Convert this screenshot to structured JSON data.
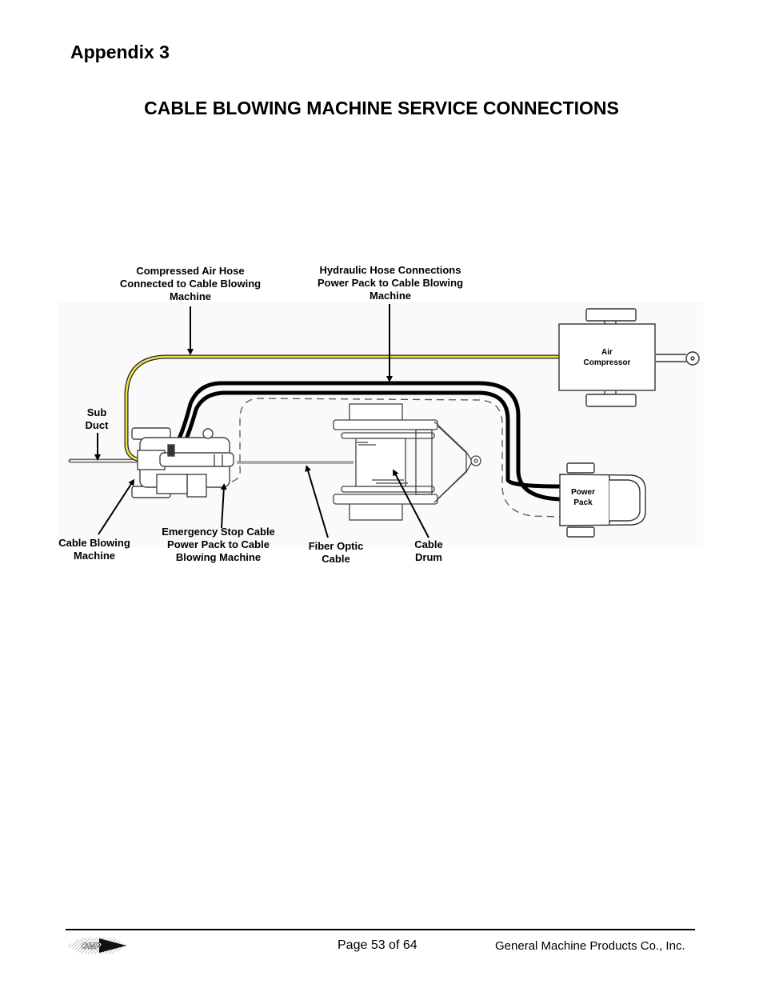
{
  "document": {
    "section": "Appendix 3",
    "title": "CABLE BLOWING MACHINE SERVICE CONNECTIONS"
  },
  "diagram": {
    "labels": {
      "compressed_air_hose": "Compressed Air Hose\nConnected to Cable Blowing\nMachine",
      "hydraulic_hose": "Hydraulic Hose Connections\nPower Pack to Cable Blowing\nMachine",
      "sub_duct": "Sub\nDuct",
      "cable_blowing_machine": "Cable Blowing\nMachine",
      "emergency_stop_cable": "Emergency Stop Cable\nPower Pack to Cable\nBlowing Machine",
      "fiber_optic_cable": "Fiber Optic\nCable",
      "cable_drum": "Cable\nDrum",
      "air_compressor": "Air\nCompressor",
      "power_pack": "Power\nPack"
    },
    "colors": {
      "air_hose": "#e8e04a",
      "hydraulic_hose": "#000000",
      "line": "#333333"
    }
  },
  "footer": {
    "logo_text": "GMP",
    "page": "Page 53 of 64",
    "company": "General Machine Products Co., Inc."
  }
}
